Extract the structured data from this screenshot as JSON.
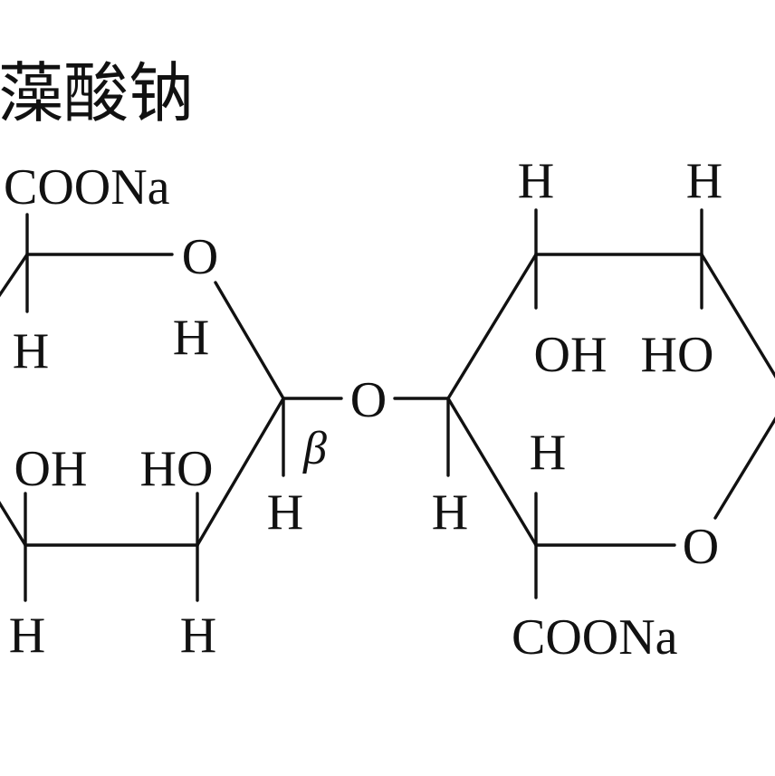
{
  "title": "藻酸钠",
  "labels": {
    "ring1_substituent_top": "COONa",
    "ring1_ring_oxygen": "O",
    "ring1_h_upper_left": "H",
    "ring1_h_upper_right": "H",
    "ring1_oh": "OH",
    "ring1_ho": "HO",
    "ring1_h_lower_left": "H",
    "ring1_h_lower_right": "H",
    "anomeric_beta": "β",
    "anomeric_h": "H",
    "glycosidic_oxygen": "O",
    "ring2_h_top_left": "H",
    "ring2_h_top_right": "H",
    "ring2_oh": "OH",
    "ring2_ho": "HO",
    "ring2_h_middle": "H",
    "ring2_h_lower_left": "H",
    "ring2_ring_oxygen": "O",
    "ring2_substituent_bottom": "COONa"
  }
}
